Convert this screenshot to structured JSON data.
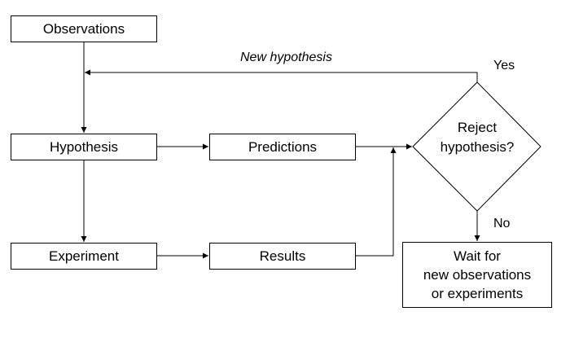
{
  "nodes": {
    "observations": "Observations",
    "hypothesis": "Hypothesis",
    "predictions": "Predictions",
    "experiment": "Experiment",
    "results": "Results",
    "decision": {
      "line1": "Reject",
      "line2": "hypothesis?"
    },
    "wait": {
      "line1": "Wait for",
      "line2": "new observations",
      "line3": "or experiments"
    }
  },
  "edge_labels": {
    "new_hypothesis": "New hypothesis",
    "yes": "Yes",
    "no": "No"
  }
}
